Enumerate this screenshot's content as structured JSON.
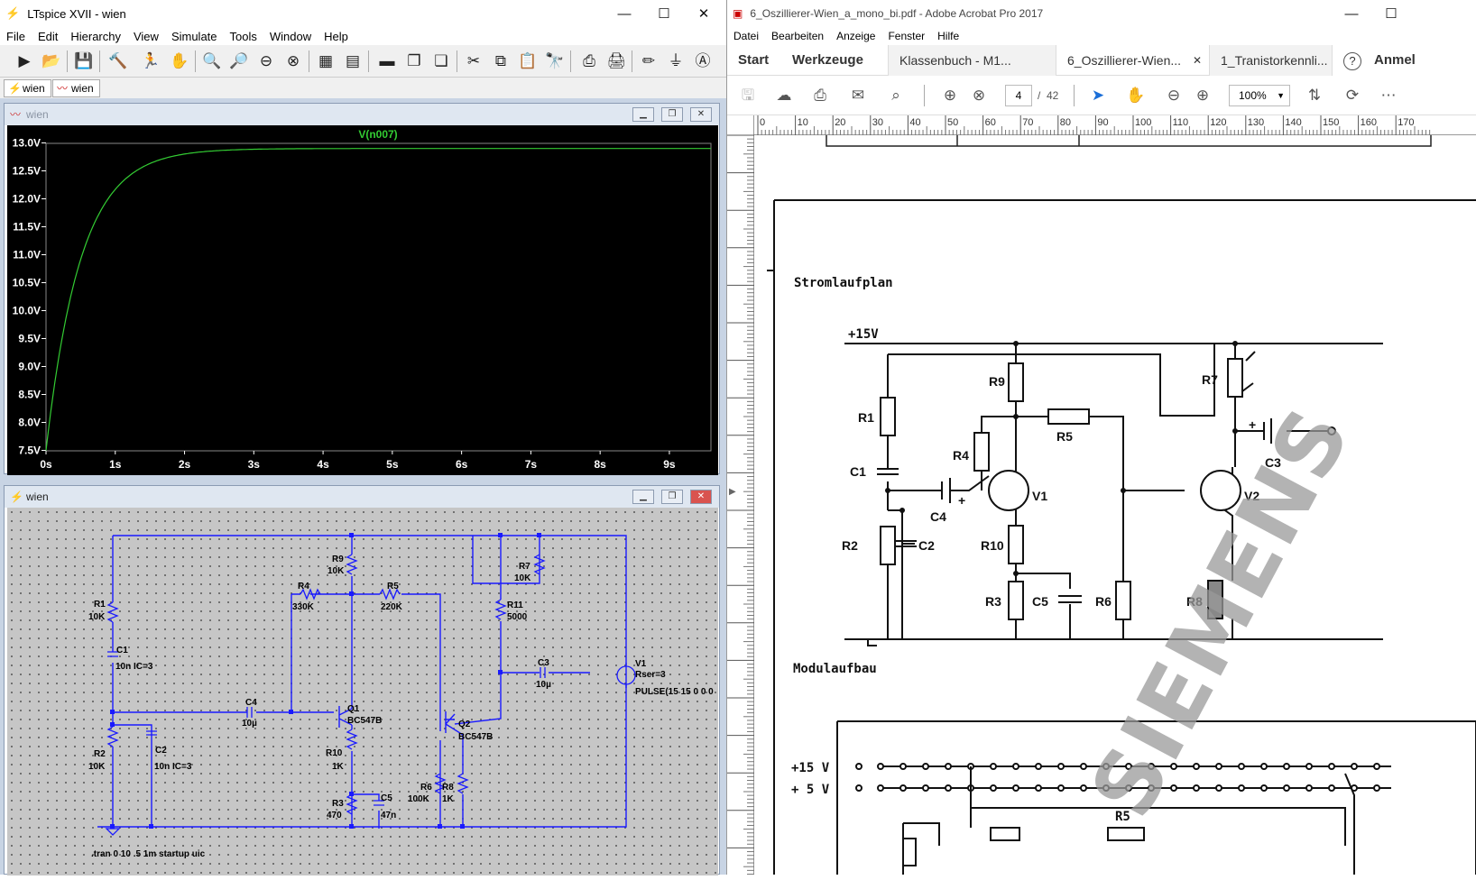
{
  "ltspice": {
    "title": "LTspice XVII - wien",
    "menu": [
      "File",
      "Edit",
      "Hierarchy",
      "View",
      "Simulate",
      "Tools",
      "Window",
      "Help"
    ],
    "tabs": [
      {
        "label": "wien"
      },
      {
        "label": "wien"
      }
    ],
    "plot_window_title": "wien",
    "schematic_window_title": "wien",
    "plot": {
      "trace": "V(n007)",
      "trace_color": "#33cc33",
      "yticks": [
        "13.0V",
        "12.5V",
        "12.0V",
        "11.5V",
        "11.0V",
        "10.5V",
        "10.0V",
        "9.5V",
        "9.0V",
        "8.5V",
        "8.0V",
        "7.5V"
      ],
      "xticks": [
        "0s",
        "1s",
        "2s",
        "3s",
        "4s",
        "5s",
        "6s",
        "7s",
        "8s",
        "9s"
      ]
    },
    "schematic": {
      "labels": {
        "R9": "R9",
        "R9v": "10K",
        "R7": "R7",
        "R7v": "10K",
        "R4": "R4",
        "R4v": "330K",
        "R5": "R5",
        "R5v": "220K",
        "R1": "R1",
        "R1v": "10K",
        "R11": "R11",
        "R11v": "5000",
        "C3": "C3",
        "C3v": "10µ",
        "V1": "V1",
        "V1v": "Rser=3",
        "V1p": "PULSE(15 15 0 0 0",
        "C1": "C1",
        "C1v": "10n IC=3",
        "C4": "C4",
        "C4v": "10µ",
        "Q1": "Q1",
        "Q1v": "BC547B",
        "Q2": "Q2",
        "Q2v": "BC547B",
        "R2": "R2",
        "R2v": "10K",
        "C2": "C2",
        "C2v": "10n IC=3",
        "R10": "R10",
        "R10v": "1K",
        "C5": "C5",
        "C5v": "47n",
        "R3": "R3",
        "R3v": "470",
        "R6": "R6",
        "R6v": "100K",
        "R8": "R8",
        "R8v": "1K",
        "tran": ".tran 0 10 .5 1m startup uic"
      }
    }
  },
  "acrobat": {
    "title": "6_Oszillierer-Wien_a_mono_bi.pdf - Adobe Acrobat Pro 2017",
    "menu": [
      "Datei",
      "Bearbeiten",
      "Anzeige",
      "Fenster",
      "Hilfe"
    ],
    "nav": {
      "start": "Start",
      "werkzeuge": "Werkzeuge",
      "help": "?",
      "login": "Anmel"
    },
    "tabs": [
      {
        "label": "Klassenbuch - M1..."
      },
      {
        "label": "6_Oszillierer-Wien..."
      },
      {
        "label": "1_Tranistorkennli..."
      }
    ],
    "page_current": "4",
    "page_sep": "/",
    "page_total": "42",
    "zoom": "100%",
    "ruler_h": [
      "0",
      "10",
      "20",
      "30",
      "40",
      "50",
      "60",
      "70",
      "80",
      "90",
      "100",
      "110",
      "120",
      "130",
      "140",
      "150",
      "160",
      "170"
    ],
    "doc": {
      "stromlaufplan": "Stromlaufplan",
      "p15": "+15V",
      "R1": "R1",
      "C1": "C1",
      "R2": "R2",
      "C2": "C2",
      "C4": "C4",
      "plus": "+",
      "R4": "R4",
      "R9": "R9",
      "V1": "V1",
      "R10": "R10",
      "R3": "R3",
      "C5": "C5",
      "R5": "R5",
      "R6": "R6",
      "R7": "R7",
      "C3": "C3",
      "V2": "V2",
      "R8": "R8",
      "modulaufbau": "Modulaufbau",
      "m15": "+15 V",
      "m5": "+ 5 V",
      "mR5": "R5",
      "watermark": "SIEMENS"
    }
  }
}
